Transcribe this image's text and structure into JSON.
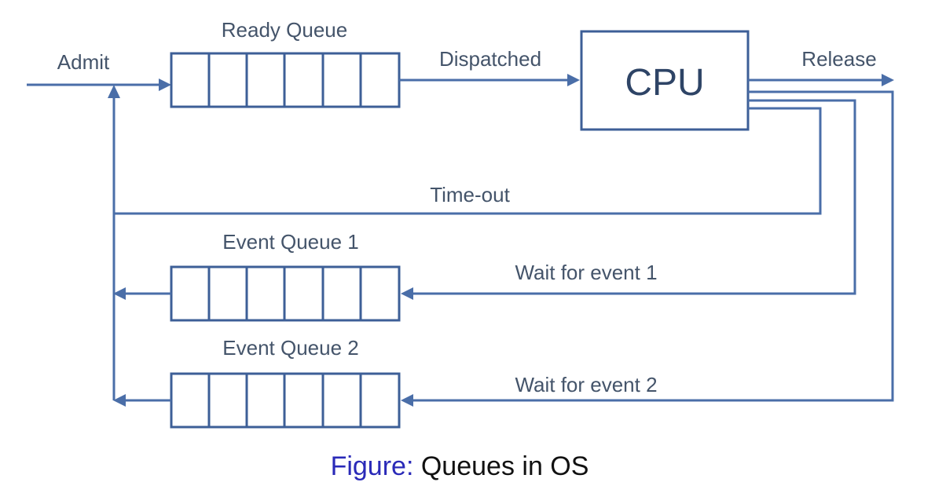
{
  "labels": {
    "admit": "Admit",
    "ready_queue": "Ready Queue",
    "dispatched": "Dispatched",
    "cpu": "CPU",
    "release": "Release",
    "timeout": "Time-out",
    "event_queue_1": "Event Queue 1",
    "wait_event_1": "Wait for event 1",
    "event_queue_2": "Event Queue 2",
    "wait_event_2": "Wait for event 2"
  },
  "caption": {
    "prefix": "Figure:",
    "text": "Queues in OS"
  },
  "colors": {
    "line": "#4a6ea8",
    "box_border": "#3d5f97",
    "label_text": "#44546a",
    "caption_prefix": "#2a2ab8"
  }
}
